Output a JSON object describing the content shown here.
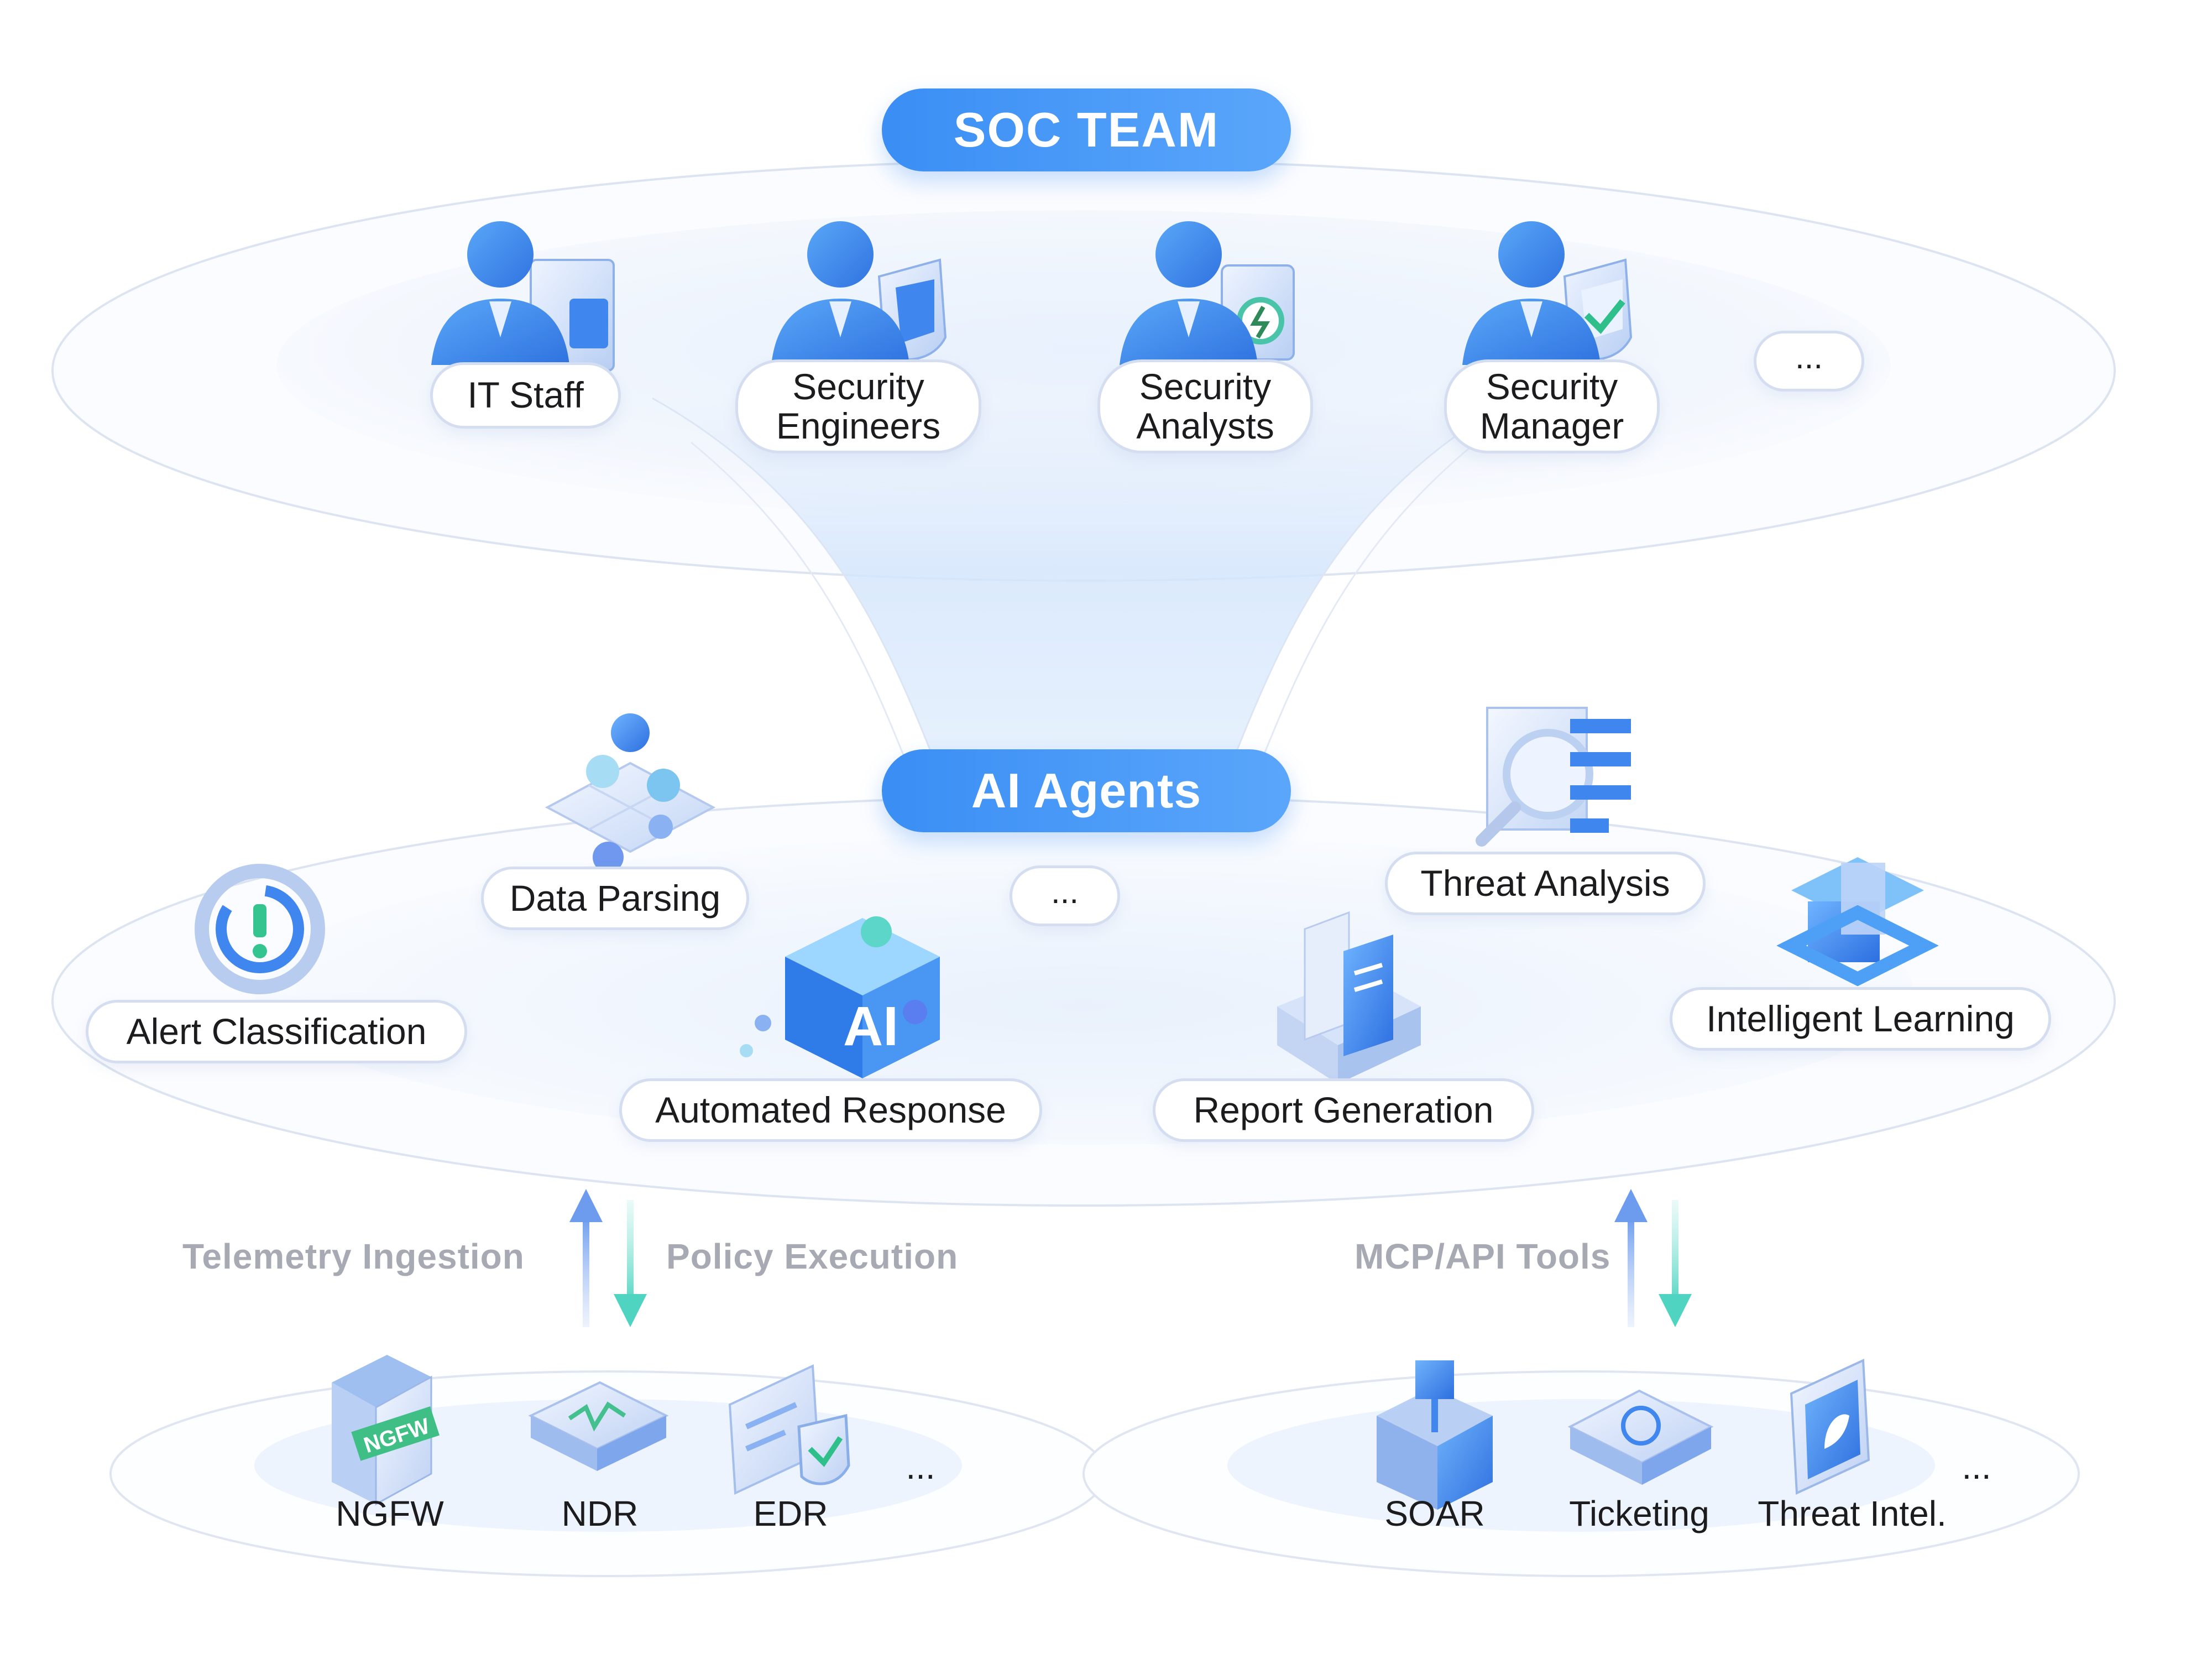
{
  "header": {
    "soc_team": "SOC TEAM",
    "ai_agents": "AI Agents"
  },
  "team": [
    {
      "label_lines": [
        "IT Staff"
      ],
      "icon": "it-staff-icon"
    },
    {
      "label_lines": [
        "Security",
        "Engineers"
      ],
      "icon": "security-engineer-icon"
    },
    {
      "label_lines": [
        "Security",
        "Analysts"
      ],
      "icon": "security-analyst-icon"
    },
    {
      "label_lines": [
        "Security",
        "Manager"
      ],
      "icon": "security-manager-icon"
    },
    {
      "label_lines": [
        "..."
      ]
    }
  ],
  "agents": [
    {
      "label": "Alert Classification",
      "icon": "alert-icon"
    },
    {
      "label": "Data Parsing",
      "icon": "data-parsing-icon"
    },
    {
      "label": "..."
    },
    {
      "label": "Threat Analysis",
      "icon": "threat-analysis-icon"
    },
    {
      "label": "Intelligent Learning",
      "icon": "learning-icon"
    },
    {
      "label": "Automated Response",
      "icon": "ai-cube-icon"
    },
    {
      "label": "Report Generation",
      "icon": "report-icon"
    }
  ],
  "flows": {
    "telemetry": "Telemetry Ingestion",
    "policy": "Policy Execution",
    "mcp": "MCP/API Tools"
  },
  "sources": {
    "left": [
      "NGFW",
      "NDR",
      "EDR",
      "..."
    ],
    "right": [
      "SOAR",
      "Ticketing",
      "Threat Intel.",
      "..."
    ],
    "ngfw_icon_text": "NGFW",
    "ai_icon_text": "AI"
  },
  "colors": {
    "accent": "#3a8ef4",
    "arrow_up": "#7aa6f0",
    "arrow_down": "#5fd8c8",
    "ring": "#dbe3f1"
  }
}
